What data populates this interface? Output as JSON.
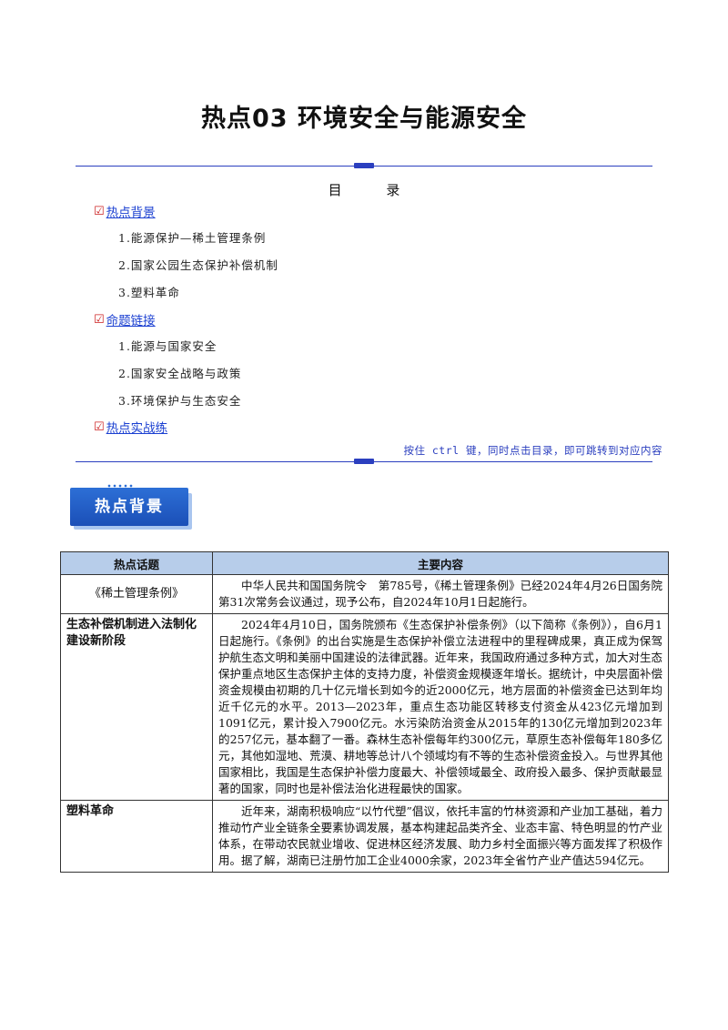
{
  "title": "热点03  环境安全与能源安全",
  "toc": {
    "heading": "目 录",
    "sections": [
      {
        "label": "热点背景",
        "items": [
          "1.能源保护—稀土管理条例",
          "2.国家公园生态保护补偿机制",
          "3.塑料革命"
        ]
      },
      {
        "label": "命题链接",
        "items": [
          "1.能源与国家安全",
          "2.国家安全战略与政策",
          "3.环境保护与生态安全"
        ]
      },
      {
        "label": "热点实战练",
        "items": []
      }
    ],
    "hint": "按住 ctrl 键，同时点击目录，即可跳转到对应内容"
  },
  "section_badge": "热点背景",
  "table": {
    "headers": [
      "热点话题",
      "主要内容"
    ],
    "rows": [
      {
        "topic": "《稀土管理条例》",
        "content": "中华人民共和国国务院令　第785号，《稀土管理条例》已经2024年4月26日国务院第31次常务会议通过，现予公布，自2024年10月1日起施行。"
      },
      {
        "topic": "生态补偿机制进入法制化建设新阶段",
        "content": "2024年4月10日，国务院颁布《生态保护补偿条例》（以下简称《条例》），自6月1日起施行。《条例》的出台实施是生态保护补偿立法进程中的里程碑成果，真正成为保驾护航生态文明和美丽中国建设的法律武器。近年来，我国政府通过多种方式，加大对生态保护重点地区生态保护主体的支持力度，补偿资金规模逐年增长。据统计，中央层面补偿资金规模由初期的几十亿元增长到如今的近2000亿元，地方层面的补偿资金已达到年均近千亿元的水平。2013—2023年，重点生态功能区转移支付资金从423亿元增加到1091亿元，累计投入7900亿元。水污染防治资金从2015年的130亿元增加到2023年的257亿元，基本翻了一番。森林生态补偿每年约300亿元，草原生态补偿每年180多亿元，其他如湿地、荒漠、耕地等总计八个领域均有不等的生态补偿资金投入。与世界其他国家相比，我国是生态保护补偿力度最大、补偿领域最全、政府投入最多、保护贡献最显著的国家，同时也是补偿法治化进程最快的国家。"
      },
      {
        "topic": "塑料革命",
        "content": "近年来，湖南积极响应“以竹代塑”倡议，依托丰富的竹林资源和产业加工基础，着力推动竹产业全链条全要素协调发展，基本构建起品类齐全、业态丰富、特色明显的竹产业体系，在带动农民就业增收、促进林区经济发展、助力乡村全面振兴等方面发挥了积极作用。据了解，湖南已注册竹加工企业4000余家，2023年全省竹产业产值达594亿元。"
      }
    ]
  }
}
